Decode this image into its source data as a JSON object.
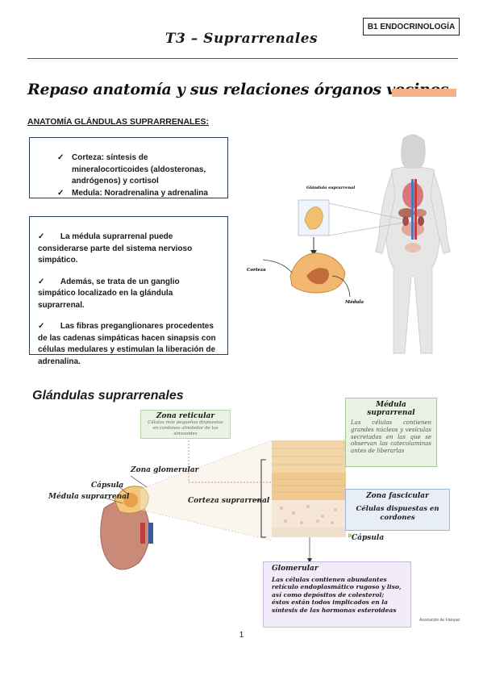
{
  "header": {
    "tag": "B1 ENDOCRINOLOGÍA",
    "title": "T3 – Suprarrenales"
  },
  "intro": {
    "script_title": "Repaso anatomía y sus relaciones órganos vecinos",
    "section_heading": "ANATOMÍA GLÁNDULAS SUPRARRENALES:"
  },
  "box1": {
    "items": [
      "Corteza: síntesis de mineralocorticoides (aldosteronas, andrógenos) y cortisol",
      "Medula: Noradrenalina y adrenalina"
    ]
  },
  "box2": {
    "paragraphs": [
      "La médula suprarrenal puede considerarse parte del sistema nervioso simpático.",
      "Además, se trata de un ganglio simpático localizado en la glándula suprarrenal.",
      "Las fibras preganglionares procedentes de las cadenas simpáticas hacen sinapsis con células medulares y estimulan la liberación de adrenalina."
    ]
  },
  "anatomy_labels": {
    "gland": "Glándula suprarrenal",
    "cortex": "Corteza",
    "medulla": "Médula"
  },
  "figure": {
    "title": "Glándulas suprarrenales",
    "labels": {
      "zona_glomerular": "Zona glomerular",
      "capsula": "Cápsula",
      "medula": "Médula suprarrenal",
      "corteza": "Corteza suprarrenal",
      "capsula_right": "Cápsula"
    },
    "cards": {
      "reticular": {
        "title": "Zona reticular",
        "text": "Células más pequeñas dispuestas en cordones alrededor de los sinusoides"
      },
      "medula": {
        "title": "Médula suprarrenal",
        "text": "Las células contienen grandes núcleos y vesículas secretadas en las que se observan las catecolaminas antes de liberarlas"
      },
      "fascicular": {
        "title": "Zona fascicular",
        "text": "Células dispuestas en cordones"
      },
      "glomerular": {
        "title": "Glomerular",
        "text": "Las células contienen abundantes retículo endoplasmático rugoso y liso, así como depósitos de colesterol; éstos están todos implicados en la síntesis de las hormonas esteroideas"
      }
    },
    "footer_right": "Asociación de Fisiopat"
  },
  "page": {
    "number": "1"
  },
  "colors": {
    "box_border": "#2d3e5c",
    "accent": "#f4b183",
    "card_green": "#eaf3e3",
    "card_blue": "#e8eef8",
    "card_purple": "#f1ecf7"
  }
}
